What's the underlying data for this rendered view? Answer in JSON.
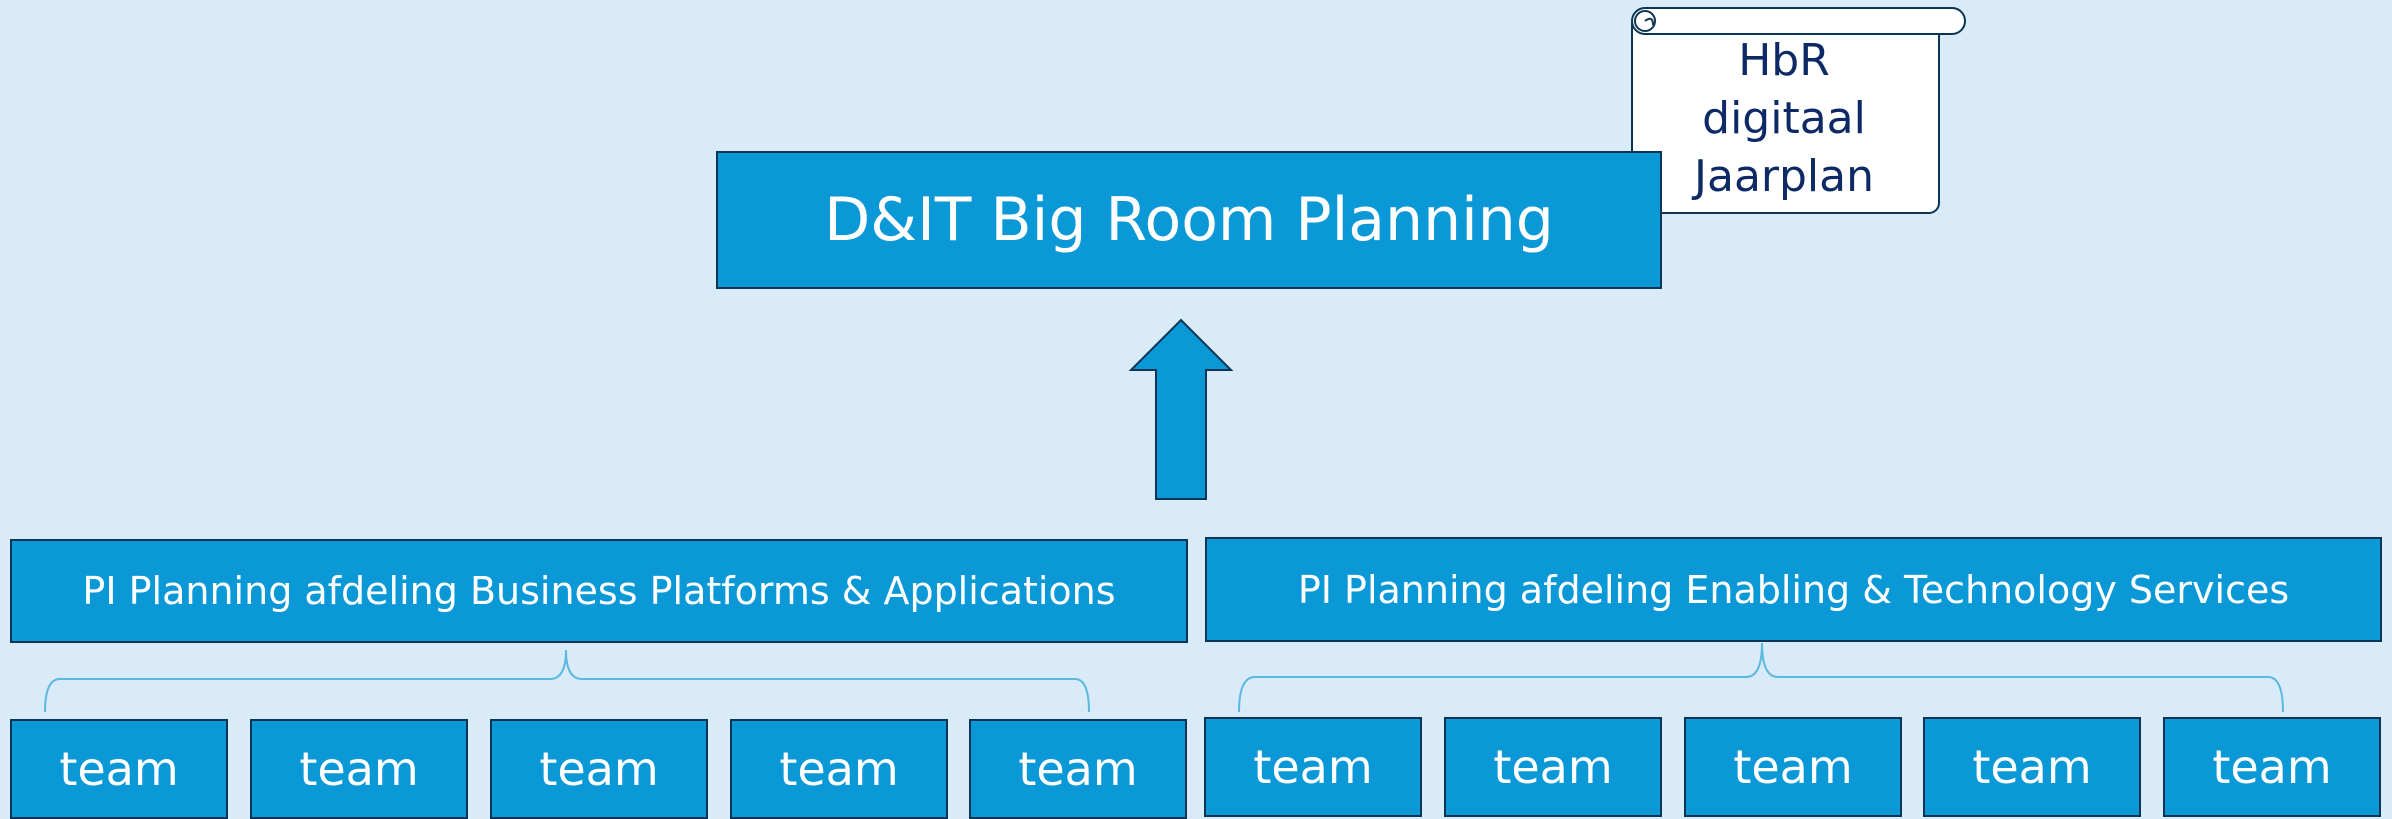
{
  "main_box": {
    "label": "D&IT Big Room Planning"
  },
  "scroll_note": {
    "lines": [
      "HbR",
      "digitaal",
      "Jaarplan"
    ]
  },
  "departments": [
    {
      "label": "PI Planning afdeling Business Platforms & Applications",
      "teams": [
        "team",
        "team",
        "team",
        "team",
        "team"
      ]
    },
    {
      "label": "PI Planning afdeling Enabling & Technology Services",
      "teams": [
        "team",
        "team",
        "team",
        "team",
        "team"
      ]
    }
  ],
  "colors": {
    "background": "#d9eaf8",
    "box_fill": "#0a98d6",
    "box_border": "#0b3552",
    "brace": "#5bb8e0",
    "note_text": "#0d2a66"
  }
}
